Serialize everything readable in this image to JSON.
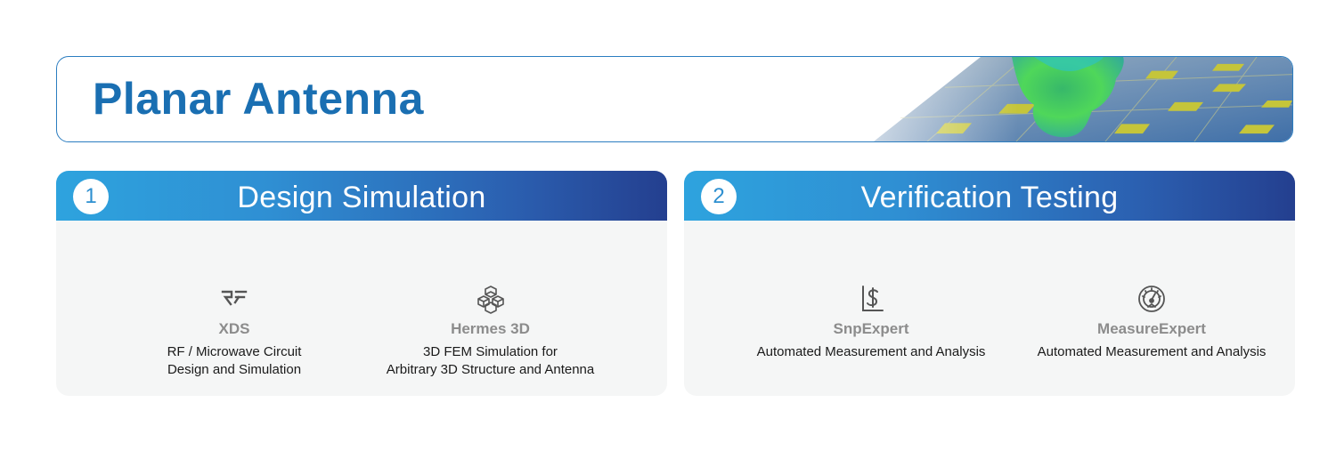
{
  "banner": {
    "title": "Planar Antenna"
  },
  "panels": [
    {
      "step": "1",
      "title": "Design Simulation",
      "tools": [
        {
          "icon": "rf-logo-icon",
          "name": "XDS",
          "desc_line1": "RF / Microwave Circuit",
          "desc_line2": "Design and Simulation"
        },
        {
          "icon": "cubes-icon",
          "name": "Hermes 3D",
          "desc_line1": "3D FEM Simulation for",
          "desc_line2": "Arbitrary 3D Structure and Antenna"
        }
      ]
    },
    {
      "step": "2",
      "title": "Verification Testing",
      "tools": [
        {
          "icon": "snp-chart-icon",
          "name": "SnpExpert",
          "desc_line1": "Automated Measurement and Analysis"
        },
        {
          "icon": "gauge-icon",
          "name": "MeasureExpert",
          "desc_line1": "Automated Measurement and Analysis"
        }
      ]
    }
  ],
  "colors": {
    "accent": "#1a6fb2",
    "header_start": "#2ea3de",
    "header_end": "#243f8f",
    "panel_bg": "#f5f6f6"
  }
}
